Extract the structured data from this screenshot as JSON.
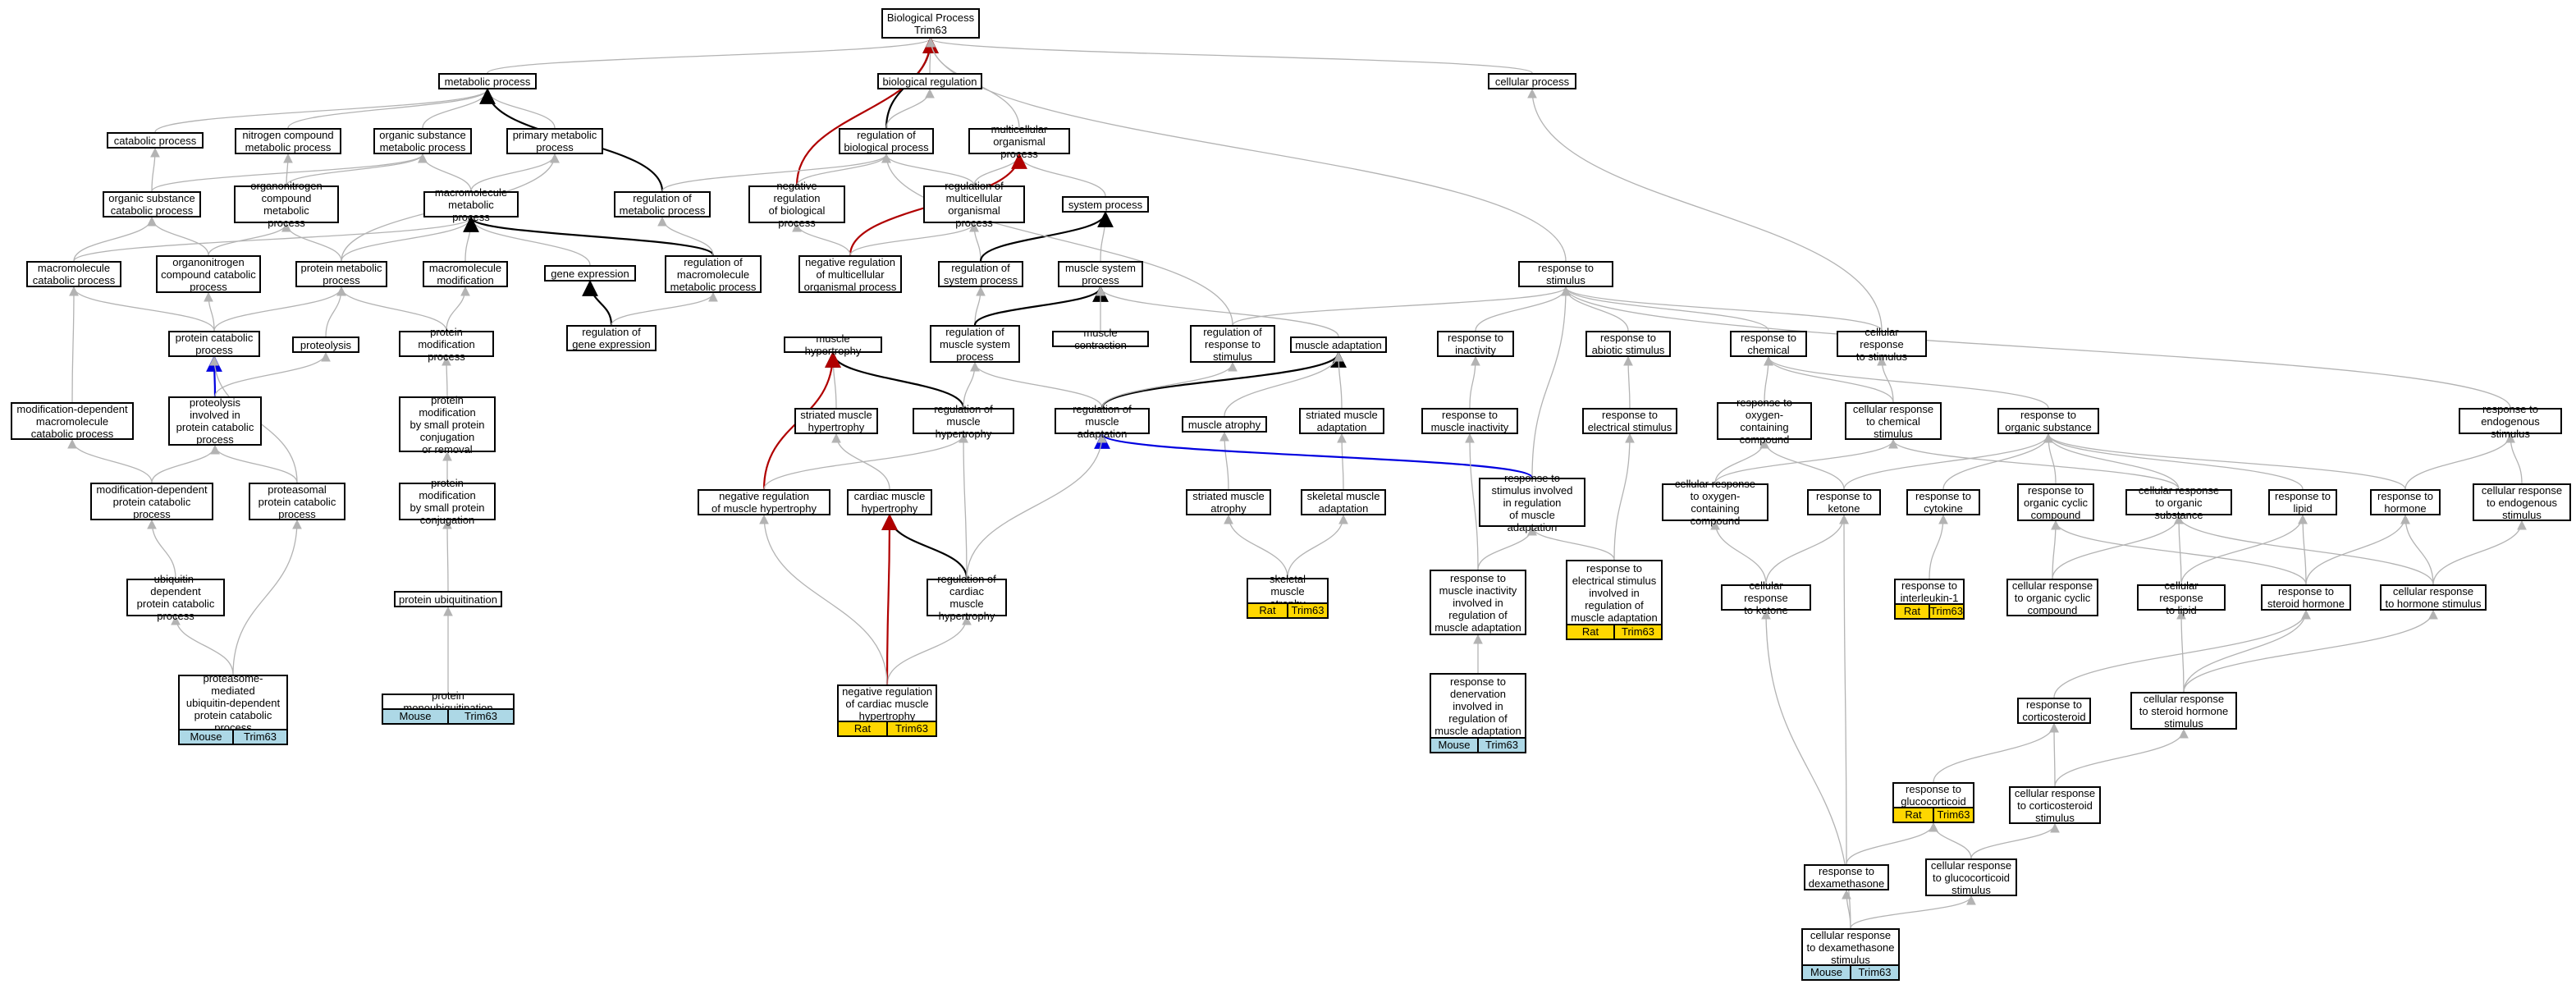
{
  "colors": {
    "edge_default": "#b3b3b3",
    "edge_black": "#000000",
    "edge_red": "#b00000",
    "edge_blue": "#0000e0",
    "mouse_bg": "#add8e6",
    "rat_bg": "#ffd700"
  },
  "nodes": [
    {
      "id": "bp",
      "label": "Biological Process\nTrim63"
    },
    {
      "id": "metab",
      "label": "metabolic process"
    },
    {
      "id": "cellproc",
      "label": "cellular process"
    },
    {
      "id": "bioreg",
      "label": "biological regulation"
    },
    {
      "id": "catab",
      "label": "catabolic process"
    },
    {
      "id": "nitro",
      "label": "nitrogen compound\nmetabolic process"
    },
    {
      "id": "orgsub",
      "label": "organic substance\nmetabolic process"
    },
    {
      "id": "primary",
      "label": "primary metabolic\nprocess"
    },
    {
      "id": "regbio",
      "label": "regulation of\nbiological process"
    },
    {
      "id": "multi",
      "label": "multicellular\norganismal process"
    },
    {
      "id": "orgsubcat",
      "label": "organic substance\ncatabolic process"
    },
    {
      "id": "orgnitro",
      "label": "organonitrogen\ncompound metabolic\nprocess"
    },
    {
      "id": "macromet",
      "label": "macromolecule\nmetabolic process"
    },
    {
      "id": "regmet",
      "label": "regulation of\nmetabolic process"
    },
    {
      "id": "negregbio",
      "label": "negative regulation\nof biological\nprocess"
    },
    {
      "id": "regmulti",
      "label": "regulation of\nmulticellular\norganismal process"
    },
    {
      "id": "sysproc",
      "label": "system process"
    },
    {
      "id": "macrocat",
      "label": "macromolecule\ncatabolic process"
    },
    {
      "id": "orgnitrocat",
      "label": "organonitrogen\ncompound catabolic\nprocess"
    },
    {
      "id": "protmet",
      "label": "protein metabolic\nprocess"
    },
    {
      "id": "macromod",
      "label": "macromolecule\nmodification"
    },
    {
      "id": "geneexp",
      "label": "gene expression"
    },
    {
      "id": "regmacromet",
      "label": "regulation of\nmacromolecule\nmetabolic process"
    },
    {
      "id": "negregmulti",
      "label": "negative regulation\nof multicellular\norganismal process"
    },
    {
      "id": "regsys",
      "label": "regulation of\nsystem process"
    },
    {
      "id": "muscsys",
      "label": "muscle system\nprocess"
    },
    {
      "id": "resp",
      "label": "response to\nstimulus"
    },
    {
      "id": "protcat",
      "label": "protein catabolic\nprocess"
    },
    {
      "id": "proteolysis",
      "label": "proteolysis"
    },
    {
      "id": "protmod",
      "label": "protein modification\nprocess"
    },
    {
      "id": "reggeneexp",
      "label": "regulation of\ngene expression"
    },
    {
      "id": "musclehyp",
      "label": "muscle hypertrophy"
    },
    {
      "id": "regmuscsys",
      "label": "regulation of\nmuscle system\nprocess"
    },
    {
      "id": "musccont",
      "label": "muscle contraction"
    },
    {
      "id": "regresp",
      "label": "regulation of\nresponse to\nstimulus"
    },
    {
      "id": "muscadapt",
      "label": "muscle adaptation"
    },
    {
      "id": "respinact",
      "label": "response to\ninactivity"
    },
    {
      "id": "respabio",
      "label": "response to\nabiotic stimulus"
    },
    {
      "id": "respchem",
      "label": "response to\nchemical"
    },
    {
      "id": "cellresp",
      "label": "cellular response\nto stimulus"
    },
    {
      "id": "moddepmacro",
      "label": "modification-dependent\nmacromolecule\ncatabolic process"
    },
    {
      "id": "proteolinv",
      "label": "proteolysis\ninvolved in\nprotein catabolic\nprocess"
    },
    {
      "id": "protmodsmall",
      "label": "protein modification\nby small protein\nconjugation\nor removal"
    },
    {
      "id": "strhyp",
      "label": "striated muscle\nhypertrophy"
    },
    {
      "id": "regmuschyp",
      "label": "regulation of\nmuscle hypertrophy"
    },
    {
      "id": "regmuscadapt",
      "label": "regulation of\nmuscle adaptation"
    },
    {
      "id": "muscatrophy",
      "label": "muscle atrophy"
    },
    {
      "id": "strmuscadapt",
      "label": "striated muscle\nadaptation"
    },
    {
      "id": "respmuscinact",
      "label": "response to\nmuscle inactivity"
    },
    {
      "id": "respelec",
      "label": "response to\nelectrical stimulus"
    },
    {
      "id": "respoxy",
      "label": "response to\noxygen-containing\ncompound"
    },
    {
      "id": "cellrespchem",
      "label": "cellular response\nto chemical\nstimulus"
    },
    {
      "id": "resporg",
      "label": "response to\norganic substance"
    },
    {
      "id": "respendo",
      "label": "response to\nendogenous stimulus"
    },
    {
      "id": "moddepprot",
      "label": "modification-dependent\nprotein catabolic\nprocess"
    },
    {
      "id": "proteasomal",
      "label": "proteasomal\nprotein catabolic\nprocess"
    },
    {
      "id": "protmodconj",
      "label": "protein modification\nby small protein\nconjugation"
    },
    {
      "id": "negregmuschyp",
      "label": "negative regulation\nof muscle hypertrophy"
    },
    {
      "id": "cardhyp",
      "label": "cardiac muscle\nhypertrophy"
    },
    {
      "id": "strmuscatrophy",
      "label": "striated muscle\natrophy"
    },
    {
      "id": "skeladapt",
      "label": "skeletal muscle\nadaptation"
    },
    {
      "id": "respstiminv",
      "label": "response to\nstimulus involved\nin regulation\nof muscle adaptation"
    },
    {
      "id": "cellrespoxy",
      "label": "cellular response\nto oxygen-containing\ncompound"
    },
    {
      "id": "respketone",
      "label": "response to\nketone"
    },
    {
      "id": "respcyto",
      "label": "response to\ncytokine"
    },
    {
      "id": "resporgcyc",
      "label": "response to\norganic cyclic\ncompound"
    },
    {
      "id": "cellresporg",
      "label": "cellular response\nto organic substance"
    },
    {
      "id": "resplipid",
      "label": "response to\nlipid"
    },
    {
      "id": "resphorm",
      "label": "response to\nhormone"
    },
    {
      "id": "cellrespendo",
      "label": "cellular response\nto endogenous\nstimulus"
    },
    {
      "id": "ubiqdep",
      "label": "ubiquitin-dependent\nprotein catabolic\nprocess"
    },
    {
      "id": "protubiq",
      "label": "protein ubiquitination"
    },
    {
      "id": "regcardhyp",
      "label": "regulation of\ncardiac muscle\nhypertrophy"
    },
    {
      "id": "skelatrophy",
      "label": "skeletal muscle\natrophy",
      "anno": [
        "Rat",
        "Trim63"
      ]
    },
    {
      "id": "respmuscinactinv",
      "label": "response to\nmuscle inactivity\ninvolved in\nregulation of\nmuscle adaptation"
    },
    {
      "id": "respelecinv",
      "label": "response to\nelectrical stimulus\ninvolved in\nregulation of\nmuscle adaptation",
      "anno": [
        "Rat",
        "Trim63"
      ]
    },
    {
      "id": "cellrespketone",
      "label": "cellular response\nto ketone"
    },
    {
      "id": "respil1",
      "label": "response to\ninterleukin-1",
      "anno": [
        "Rat",
        "Trim63"
      ]
    },
    {
      "id": "cellresporgcyc",
      "label": "cellular response\nto organic cyclic\ncompound"
    },
    {
      "id": "cellresplipid",
      "label": "cellular response\nto lipid"
    },
    {
      "id": "respsteroid",
      "label": "response to\nsteroid hormone"
    },
    {
      "id": "cellresphorm",
      "label": "cellular response\nto hormone stimulus"
    },
    {
      "id": "proteasomemed",
      "label": "proteasome-mediated\nubiquitin-dependent\nprotein catabolic\nprocess",
      "anno": [
        "Mouse",
        "Trim63"
      ]
    },
    {
      "id": "protmonoubiq",
      "label": "protein monoubiquitination",
      "anno": [
        "Mouse",
        "Trim63"
      ]
    },
    {
      "id": "negregcardhyp",
      "label": "negative regulation\nof cardiac muscle\nhypertrophy",
      "anno": [
        "Rat",
        "Trim63"
      ]
    },
    {
      "id": "respdenerv",
      "label": "response to\ndenervation\ninvolved in\nregulation of\nmuscle adaptation",
      "anno": [
        "Mouse",
        "Trim63"
      ]
    },
    {
      "id": "respcortico",
      "label": "response to\ncorticosteroid"
    },
    {
      "id": "cellrespsteroid",
      "label": "cellular response\nto steroid hormone\nstimulus"
    },
    {
      "id": "respgluco",
      "label": "response to\nglucocorticoid",
      "anno": [
        "Rat",
        "Trim63"
      ]
    },
    {
      "id": "cellrespcortico",
      "label": "cellular response\nto corticosteroid\nstimulus"
    },
    {
      "id": "respdexa",
      "label": "response to\ndexamethasone"
    },
    {
      "id": "cellrespgluco",
      "label": "cellular response\nto glucocorticoid\nstimulus"
    },
    {
      "id": "cellrespdexa",
      "label": "cellular response\nto dexamethasone\nstimulus",
      "anno": [
        "Mouse",
        "Trim63"
      ]
    }
  ],
  "edges": [
    [
      "metab",
      "bp",
      "default"
    ],
    [
      "cellproc",
      "bp",
      "default"
    ],
    [
      "bioreg",
      "bp",
      "default"
    ],
    [
      "regbio",
      "bp",
      "black"
    ],
    [
      "negregbio",
      "bp",
      "red"
    ],
    [
      "multi",
      "bp",
      "default"
    ],
    [
      "resp",
      "bp",
      "default"
    ],
    [
      "catab",
      "metab",
      "default"
    ],
    [
      "nitro",
      "metab",
      "default"
    ],
    [
      "orgsub",
      "metab",
      "default"
    ],
    [
      "primary",
      "metab",
      "default"
    ],
    [
      "regmet",
      "metab",
      "black"
    ],
    [
      "regbio",
      "bioreg",
      "default"
    ],
    [
      "orgsubcat",
      "catab",
      "default"
    ],
    [
      "orgsubcat",
      "orgsub",
      "default"
    ],
    [
      "orgnitro",
      "nitro",
      "default"
    ],
    [
      "orgnitro",
      "orgsub",
      "default"
    ],
    [
      "macromet",
      "orgsub",
      "default"
    ],
    [
      "macromet",
      "primary",
      "default"
    ],
    [
      "regmet",
      "regbio",
      "default"
    ],
    [
      "negregbio",
      "regbio",
      "default"
    ],
    [
      "regmulti",
      "regbio",
      "default"
    ],
    [
      "regmulti",
      "multi",
      "default"
    ],
    [
      "sysproc",
      "multi",
      "default"
    ],
    [
      "negregmulti",
      "multi",
      "red"
    ],
    [
      "macrocat",
      "orgsubcat",
      "default"
    ],
    [
      "macrocat",
      "macromet",
      "default"
    ],
    [
      "orgnitrocat",
      "orgsubcat",
      "default"
    ],
    [
      "orgnitrocat",
      "orgnitro",
      "default"
    ],
    [
      "protmet",
      "orgnitro",
      "default"
    ],
    [
      "protmet",
      "macromet",
      "default"
    ],
    [
      "protmet",
      "primary",
      "default"
    ],
    [
      "macromod",
      "macromet",
      "default"
    ],
    [
      "geneexp",
      "macromet",
      "default"
    ],
    [
      "regmacromet",
      "macromet",
      "black"
    ],
    [
      "regmacromet",
      "regmet",
      "default"
    ],
    [
      "negregmulti",
      "negregbio",
      "default"
    ],
    [
      "negregmulti",
      "regmulti",
      "default"
    ],
    [
      "regsys",
      "regmulti",
      "default"
    ],
    [
      "muscsys",
      "sysproc",
      "default"
    ],
    [
      "regsys",
      "sysproc",
      "black"
    ],
    [
      "protcat",
      "macrocat",
      "default"
    ],
    [
      "protcat",
      "orgnitrocat",
      "default"
    ],
    [
      "protcat",
      "protmet",
      "default"
    ],
    [
      "proteolysis",
      "protmet",
      "default"
    ],
    [
      "protmod",
      "protmet",
      "default"
    ],
    [
      "protmod",
      "macromod",
      "default"
    ],
    [
      "reggeneexp",
      "geneexp",
      "black"
    ],
    [
      "reggeneexp",
      "regmacromet",
      "default"
    ],
    [
      "regmuscsys",
      "regsys",
      "default"
    ],
    [
      "regmuscsys",
      "muscsys",
      "black"
    ],
    [
      "musccont",
      "muscsys",
      "default"
    ],
    [
      "muscadapt",
      "muscsys",
      "default"
    ],
    [
      "regresp",
      "regbio",
      "default"
    ],
    [
      "regresp",
      "resp",
      "default"
    ],
    [
      "respinact",
      "resp",
      "default"
    ],
    [
      "respabio",
      "resp",
      "default"
    ],
    [
      "respchem",
      "resp",
      "default"
    ],
    [
      "cellresp",
      "resp",
      "default"
    ],
    [
      "cellresp",
      "cellproc",
      "default"
    ],
    [
      "moddepmacro",
      "macrocat",
      "default"
    ],
    [
      "proteolinv",
      "protcat",
      "blue"
    ],
    [
      "proteolinv",
      "proteolysis",
      "default"
    ],
    [
      "protmodsmall",
      "protmod",
      "default"
    ],
    [
      "strhyp",
      "musclehyp",
      "default"
    ],
    [
      "regmuschyp",
      "musclehyp",
      "black"
    ],
    [
      "regmuschyp",
      "regmuscsys",
      "default"
    ],
    [
      "regmuscadapt",
      "regmuscsys",
      "default"
    ],
    [
      "regmuscadapt",
      "muscadapt",
      "black"
    ],
    [
      "regmuscadapt",
      "regresp",
      "default"
    ],
    [
      "muscatrophy",
      "muscadapt",
      "default"
    ],
    [
      "strmuscadapt",
      "muscadapt",
      "default"
    ],
    [
      "respmuscinact",
      "respinact",
      "default"
    ],
    [
      "respelec",
      "respabio",
      "default"
    ],
    [
      "respoxy",
      "respchem",
      "default"
    ],
    [
      "cellrespchem",
      "respchem",
      "default"
    ],
    [
      "cellrespchem",
      "cellresp",
      "default"
    ],
    [
      "resporg",
      "respchem",
      "default"
    ],
    [
      "respendo",
      "resp",
      "default"
    ],
    [
      "moddepprot",
      "moddepmacro",
      "default"
    ],
    [
      "moddepprot",
      "proteolinv",
      "default"
    ],
    [
      "proteasomal",
      "proteolinv",
      "default"
    ],
    [
      "proteasomal",
      "protcat",
      "default"
    ],
    [
      "protmodconj",
      "protmodsmall",
      "default"
    ],
    [
      "negregmuschyp",
      "musclehyp",
      "red"
    ],
    [
      "negregmuschyp",
      "regmuschyp",
      "default"
    ],
    [
      "cardhyp",
      "strhyp",
      "default"
    ],
    [
      "strmuscatrophy",
      "muscatrophy",
      "default"
    ],
    [
      "skeladapt",
      "strmuscadapt",
      "default"
    ],
    [
      "respstiminv",
      "regmuscadapt",
      "blue"
    ],
    [
      "respstiminv",
      "resp",
      "default"
    ],
    [
      "cellrespoxy",
      "respoxy",
      "default"
    ],
    [
      "cellrespoxy",
      "cellrespchem",
      "default"
    ],
    [
      "respketone",
      "respoxy",
      "default"
    ],
    [
      "respketone",
      "resporg",
      "default"
    ],
    [
      "respcyto",
      "resporg",
      "default"
    ],
    [
      "resporgcyc",
      "resporg",
      "default"
    ],
    [
      "cellresporg",
      "resporg",
      "default"
    ],
    [
      "cellresporg",
      "cellrespchem",
      "default"
    ],
    [
      "resplipid",
      "resporg",
      "default"
    ],
    [
      "resphorm",
      "resporg",
      "default"
    ],
    [
      "resphorm",
      "respendo",
      "default"
    ],
    [
      "cellrespendo",
      "respendo",
      "default"
    ],
    [
      "ubiqdep",
      "moddepprot",
      "default"
    ],
    [
      "protubiq",
      "protmodconj",
      "default"
    ],
    [
      "regcardhyp",
      "cardhyp",
      "black"
    ],
    [
      "regcardhyp",
      "regmuschyp",
      "default"
    ],
    [
      "regcardhyp",
      "regmuscadapt",
      "default"
    ],
    [
      "skelatrophy",
      "strmuscatrophy",
      "default"
    ],
    [
      "skelatrophy",
      "skeladapt",
      "default"
    ],
    [
      "respmuscinactinv",
      "respmuscinact",
      "default"
    ],
    [
      "respmuscinactinv",
      "respstiminv",
      "default"
    ],
    [
      "respelecinv",
      "respelec",
      "default"
    ],
    [
      "respelecinv",
      "respstiminv",
      "default"
    ],
    [
      "cellrespketone",
      "respketone",
      "default"
    ],
    [
      "cellrespketone",
      "cellrespoxy",
      "default"
    ],
    [
      "respil1",
      "respcyto",
      "default"
    ],
    [
      "cellresporgcyc",
      "resporgcyc",
      "default"
    ],
    [
      "cellresporgcyc",
      "cellresporg",
      "default"
    ],
    [
      "cellresplipid",
      "resplipid",
      "default"
    ],
    [
      "cellresplipid",
      "cellresporg",
      "default"
    ],
    [
      "respsteroid",
      "resplipid",
      "default"
    ],
    [
      "respsteroid",
      "resphorm",
      "default"
    ],
    [
      "respsteroid",
      "resporgcyc",
      "default"
    ],
    [
      "cellresphorm",
      "resphorm",
      "default"
    ],
    [
      "cellresphorm",
      "cellresporg",
      "default"
    ],
    [
      "cellresphorm",
      "cellrespendo",
      "default"
    ],
    [
      "proteasomemed",
      "ubiqdep",
      "default"
    ],
    [
      "proteasomemed",
      "proteasomal",
      "default"
    ],
    [
      "protmonoubiq",
      "protubiq",
      "default"
    ],
    [
      "negregcardhyp",
      "regcardhyp",
      "default"
    ],
    [
      "negregcardhyp",
      "cardhyp",
      "red"
    ],
    [
      "negregcardhyp",
      "negregmuschyp",
      "default"
    ],
    [
      "respdenerv",
      "respmuscinactinv",
      "default"
    ],
    [
      "respcortico",
      "respsteroid",
      "default"
    ],
    [
      "cellrespsteroid",
      "respsteroid",
      "default"
    ],
    [
      "cellrespsteroid",
      "cellresphorm",
      "default"
    ],
    [
      "cellrespsteroid",
      "cellresplipid",
      "default"
    ],
    [
      "respgluco",
      "respcortico",
      "default"
    ],
    [
      "cellrespcortico",
      "cellrespsteroid",
      "default"
    ],
    [
      "cellrespcortico",
      "respcortico",
      "default"
    ],
    [
      "respdexa",
      "respketone",
      "default"
    ],
    [
      "respdexa",
      "respgluco",
      "default"
    ],
    [
      "cellrespgluco",
      "cellrespcortico",
      "default"
    ],
    [
      "cellrespgluco",
      "respgluco",
      "default"
    ],
    [
      "cellrespdexa",
      "respdexa",
      "default"
    ],
    [
      "cellrespdexa",
      "cellrespgluco",
      "default"
    ],
    [
      "cellrespdexa",
      "cellrespketone",
      "default"
    ]
  ]
}
